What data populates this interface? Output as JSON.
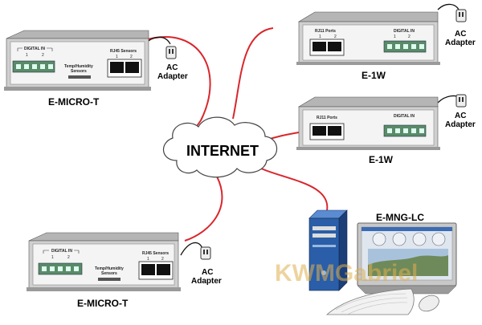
{
  "cloud": {
    "label": "INTERNET"
  },
  "devices": {
    "micro_top": {
      "name": "E-MICRO-T",
      "digital_in": "DIGITAL IN",
      "ports_label": "RJ45 Sensors",
      "sensor_label_1": "Temp/Humidity",
      "sensor_label_2": "Sensors",
      "port_1": "1",
      "port_2": "2",
      "ac_1": "AC",
      "ac_2": "Adapter"
    },
    "micro_bottom": {
      "name": "E-MICRO-T",
      "digital_in": "DIGITAL IN",
      "ports_label": "RJ45 Sensors",
      "sensor_label_1": "Temp/Humidity",
      "sensor_label_2": "Sensors",
      "port_1": "1",
      "port_2": "2",
      "ac_1": "AC",
      "ac_2": "Adapter"
    },
    "e1w_top": {
      "name": "E-1W",
      "digital_in": "DIGITAL IN",
      "ports_label": "RJ11 Ports",
      "port_1": "1",
      "port_2": "2",
      "ac_1": "AC",
      "ac_2": "Adapter"
    },
    "e1w_mid": {
      "name": "E-1W",
      "digital_in": "DIGITAL IN",
      "ports_label": "RJ11 Ports",
      "ac_1": "AC",
      "ac_2": "Adapter"
    },
    "manager": {
      "name": "E-MNG-LC"
    }
  },
  "watermark": "KWMGabriel",
  "colors": {
    "cable": "#d9262c",
    "case": "#d0d0d0",
    "panel": "#f4f4f4",
    "terminal": "#5a8a6a",
    "tower": "#2a5ea8"
  }
}
